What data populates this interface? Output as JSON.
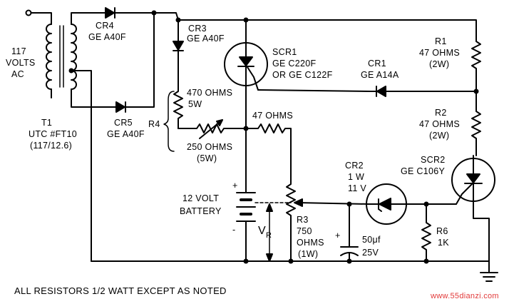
{
  "labels": {
    "source_l1": "117",
    "source_l2": "VOLTS",
    "source_l3": "AC",
    "t1_name": "T1",
    "t1_part": "UTC #FT10",
    "t1_ratio": "(117/12.6)",
    "cr4_name": "CR4",
    "cr4_part": "GE A40F",
    "cr5_name": "CR5",
    "cr5_part": "GE A40F",
    "cr3_name": "CR3",
    "cr3_part": "GE A40F",
    "scr1_name": "SCR1",
    "scr1_part1": "GE C220F",
    "scr1_part2": "OR GE C122F",
    "cr1_name": "CR1",
    "cr1_part": "GE A14A",
    "r1_name": "R1",
    "r1_value": "47 OHMS",
    "r1_rating": "(2W)",
    "r2_name": "R2",
    "r2_value": "47 OHMS",
    "r2_rating": "(2W)",
    "r4_name": "R4",
    "r4a_value": "470 OHMS",
    "r4a_rating": "5W",
    "r4b_value": "250 OHMS",
    "r4b_rating": "(5W)",
    "r47_value": "47 OHMS",
    "battery_l1": "12 VOLT",
    "battery_l2": "BATTERY",
    "battery_plus": "+",
    "battery_minus": "-",
    "vr_v": "V",
    "vr_sub": "R",
    "r3_name": "R3",
    "r3_value": "750",
    "r3_unit": "OHMS",
    "r3_rating": "(1W)",
    "cr2_name": "CR2",
    "cr2_rating1": "1 W",
    "cr2_rating2": "11 V",
    "cap_plus": "+",
    "cap_value": "50μf",
    "cap_voltage": "25V",
    "scr2_name": "SCR2",
    "scr2_part": "GE C106Y",
    "r6_name": "R6",
    "r6_value": "1K",
    "note": "ALL RESISTORS 1/2 WATT EXCEPT AS NOTED",
    "watermark": "www.55dianzi.com"
  }
}
